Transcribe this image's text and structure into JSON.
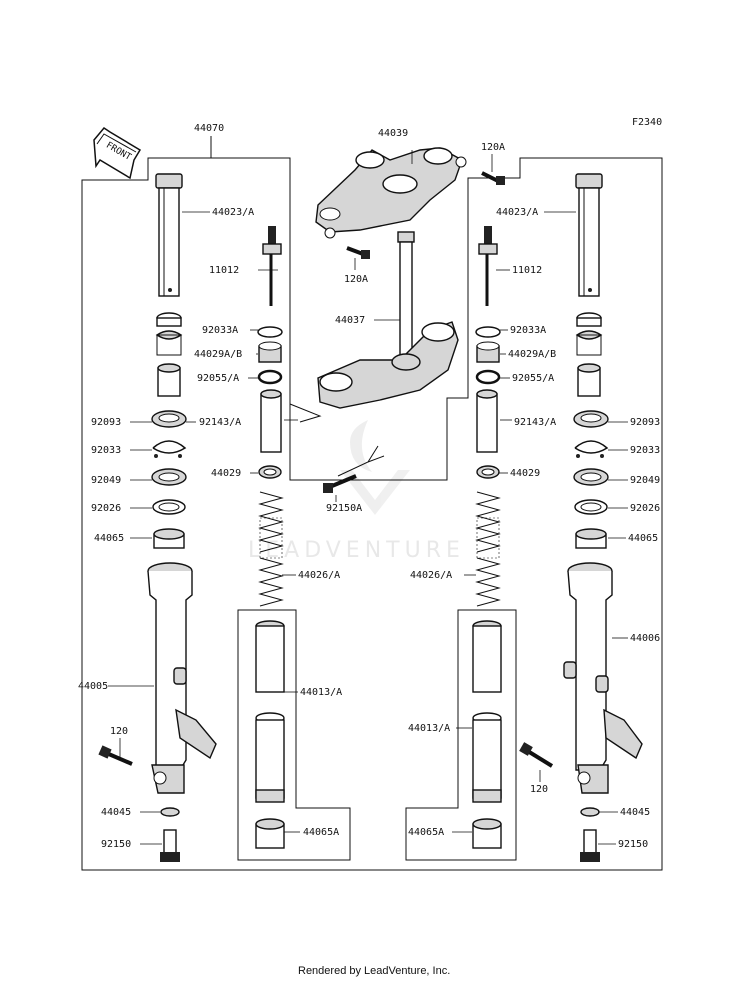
{
  "diagram_code": "F2340",
  "front_label": "FRONT",
  "watermark": "LEADVENTURE",
  "footer": "Rendered by LeadVenture, Inc.",
  "labels": {
    "p44070": "44070",
    "p44039": "44039",
    "p120A_top": "120A",
    "p120A_mid": "120A",
    "p44023A_l": "44023/A",
    "p44023A_r": "44023/A",
    "p11012_l": "11012",
    "p11012_r": "11012",
    "p44037": "44037",
    "p92033A_l": "92033A",
    "p92033A_r": "92033A",
    "p44029AB_l": "44029A/B",
    "p44029AB_r": "44029A/B",
    "p92055A_l": "92055/A",
    "p92055A_r": "92055/A",
    "p92093_l": "92093",
    "p92093_r": "92093",
    "p92143A_l": "92143/A",
    "p92143A_r": "92143/A",
    "p92033_l": "92033",
    "p92033_r": "92033",
    "p92049_l": "92049",
    "p92049_r": "92049",
    "p44029_l": "44029",
    "p44029_r": "44029",
    "p92150A": "92150A",
    "p92026_l": "92026",
    "p92026_r": "92026",
    "p44065_l": "44065",
    "p44065_r": "44065",
    "p44026A_l": "44026/A",
    "p44026A_r": "44026/A",
    "p44006": "44006",
    "p44005": "44005",
    "p44013A_l": "44013/A",
    "p44013A_r": "44013/A",
    "p120_l": "120",
    "p120_r": "120",
    "p44045_l": "44045",
    "p44045_r": "44045",
    "p44065A_l": "44065A",
    "p44065A_r": "44065A",
    "p92150_l": "92150",
    "p92150_r": "92150"
  }
}
